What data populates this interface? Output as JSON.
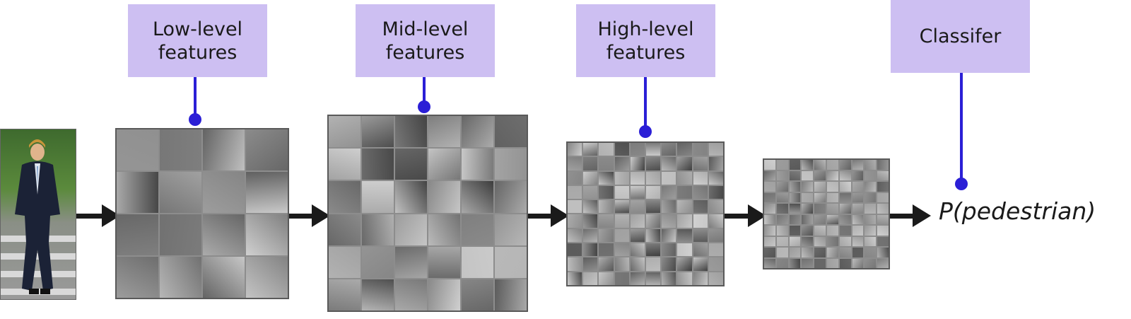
{
  "stages": {
    "low": {
      "line1": "Low-level",
      "line2": "features"
    },
    "mid": {
      "line1": "Mid-level",
      "line2": "features"
    },
    "high": {
      "line1": "High-level",
      "line2": "features"
    },
    "classifier": {
      "line1": "Classifer"
    }
  },
  "output_label": "P(pedestrian)",
  "colors": {
    "label_bg": "#cdbff2",
    "connector": "#2b1fd6",
    "arrow": "#1a1a1a"
  }
}
